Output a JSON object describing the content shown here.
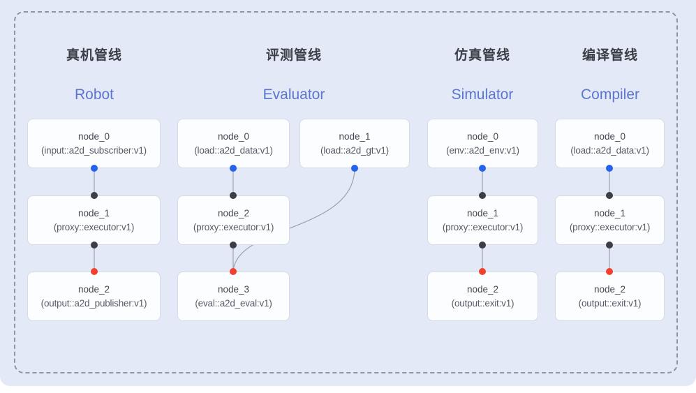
{
  "colors": {
    "background": "#e3e9f7",
    "frame_border": "#8d95a3",
    "edge": "#9aa2b0",
    "blue_dot": "#2563eb",
    "dark_dot": "#3b3e44",
    "red_dot": "#ee4130",
    "title_zh": "#3a3e47",
    "title_en": "#5b76cc",
    "box_bg": "#fcfdff",
    "box_border": "#d5dae3"
  },
  "pipelines": [
    {
      "title_zh": "真机管线",
      "title_en": "Robot",
      "nodes": [
        {
          "title": "node_0",
          "subtitle": "(input::a2d_subscriber:v1)"
        },
        {
          "title": "node_1",
          "subtitle": "(proxy::executor:v1)"
        },
        {
          "title": "node_2",
          "subtitle": "(output::a2d_publisher:v1)"
        }
      ]
    },
    {
      "title_zh": "评测管线",
      "title_en": "Evaluator",
      "nodes": [
        {
          "title": "node_0",
          "subtitle": "(load::a2d_data:v1)"
        },
        {
          "title": "node_1",
          "subtitle": "(load::a2d_gt:v1)"
        },
        {
          "title": "node_2",
          "subtitle": "(proxy::executor:v1)"
        },
        {
          "title": "node_3",
          "subtitle": "(eval::a2d_eval:v1)"
        }
      ]
    },
    {
      "title_zh": "仿真管线",
      "title_en": "Simulator",
      "nodes": [
        {
          "title": "node_0",
          "subtitle": "(env::a2d_env:v1)"
        },
        {
          "title": "node_1",
          "subtitle": "(proxy::executor:v1)"
        },
        {
          "title": "node_2",
          "subtitle": "(output::exit:v1)"
        }
      ]
    },
    {
      "title_zh": "编译管线",
      "title_en": "Compiler",
      "nodes": [
        {
          "title": "node_0",
          "subtitle": "(load::a2d_data:v1)"
        },
        {
          "title": "node_1",
          "subtitle": "(proxy::executor:v1)"
        },
        {
          "title": "node_2",
          "subtitle": "(output::exit:v1)"
        }
      ]
    }
  ],
  "edges": [
    {
      "from": "Robot node_0",
      "to": "Robot node_1"
    },
    {
      "from": "Robot node_1",
      "to": "Robot node_2"
    },
    {
      "from": "Evaluator node_0",
      "to": "Evaluator node_2"
    },
    {
      "from": "Evaluator node_1",
      "to": "Evaluator node_3"
    },
    {
      "from": "Evaluator node_2",
      "to": "Evaluator node_3"
    },
    {
      "from": "Simulator node_0",
      "to": "Simulator node_1"
    },
    {
      "from": "Simulator node_1",
      "to": "Simulator node_2"
    },
    {
      "from": "Compiler node_0",
      "to": "Compiler node_1"
    },
    {
      "from": "Compiler node_1",
      "to": "Compiler node_2"
    }
  ]
}
